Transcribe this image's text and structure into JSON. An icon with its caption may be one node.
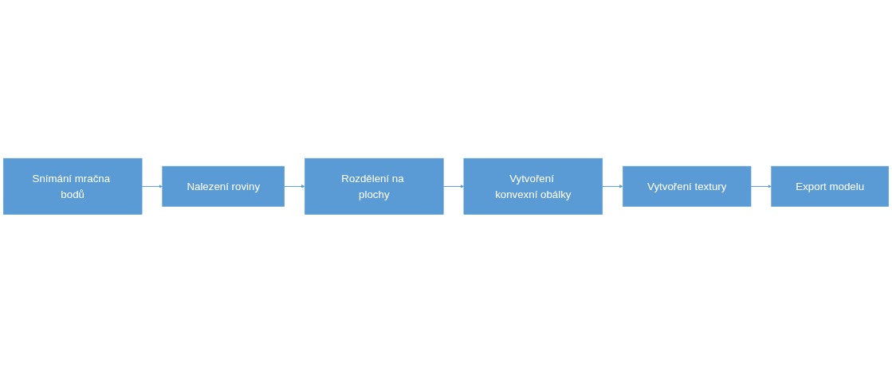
{
  "diagram": {
    "nodes": [
      {
        "text": [
          "Snímání mračna bodů"
        ]
      },
      {
        "text": [
          "Nalezení roviny"
        ]
      },
      {
        "text": [
          "Rozdělení na plochy"
        ]
      },
      {
        "text": [
          "Vytvoření konvexní obálky"
        ]
      },
      {
        "text": [
          "Vytvoření textury"
        ]
      },
      {
        "text": [
          "Export modelu"
        ]
      }
    ],
    "edges": [
      {
        "from": 0,
        "to": 1,
        "arrow": "to"
      },
      {
        "from": 1,
        "to": 2,
        "arrow": "to"
      },
      {
        "from": 2,
        "to": 3,
        "arrow": "to"
      },
      {
        "from": 3,
        "to": 4,
        "arrow": "to"
      },
      {
        "from": 4,
        "to": 5,
        "arrow": "to"
      }
    ]
  }
}
